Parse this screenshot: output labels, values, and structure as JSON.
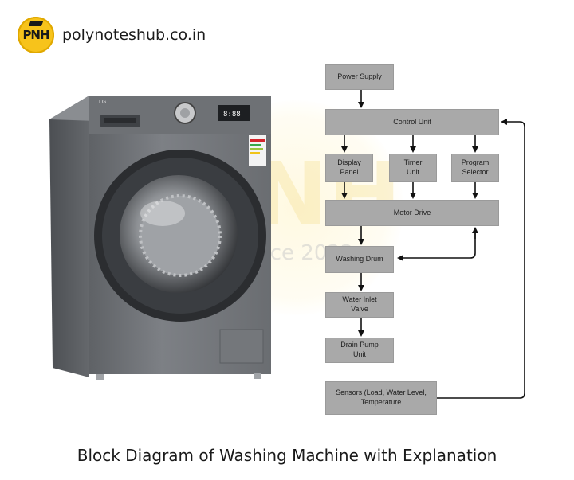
{
  "header": {
    "logo_text": "PNH",
    "site_name": "polynotes­hub.co.in"
  },
  "watermark": {
    "main": "PNH",
    "since": "Since 2022"
  },
  "appliance": {
    "brand": "LG",
    "display": "8:88"
  },
  "diagram": {
    "blocks": {
      "power_supply": "Power Supply",
      "control_unit": "Control Unit",
      "display_panel": "Display\nPanel",
      "timer_unit": "Timer\nUnit",
      "program_selector": "Program\nSelector",
      "motor_drive": "Motor Drive",
      "washing_drum": "Washing Drum",
      "water_inlet_valve": "Water Inlet\nValve",
      "drain_pump_unit": "Drain Pump\nUnit",
      "sensors": "Sensors (Load, Water Level,\nTemperature"
    },
    "colors": {
      "block_fill": "#a9a9a9",
      "arrow": "#111111"
    }
  },
  "caption": "Block Diagram of Washing Machine with Explanation"
}
